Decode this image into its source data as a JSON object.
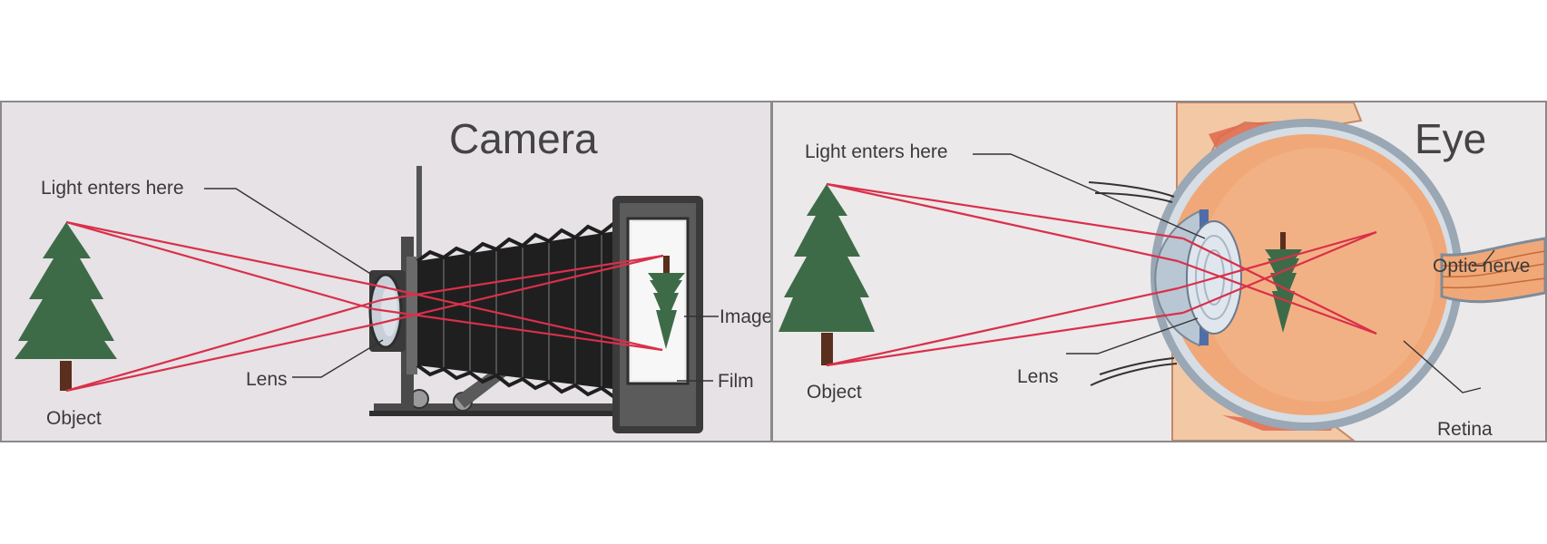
{
  "camera": {
    "title": "Camera",
    "labels": {
      "light_enters": "Light enters here",
      "object": "Object",
      "lens": "Lens",
      "image": "Image",
      "film": "Film"
    }
  },
  "eye": {
    "title": "Eye",
    "labels": {
      "light_enters": "Light enters here",
      "object": "Object",
      "lens": "Lens",
      "optic_nerve": "Optic nerve",
      "retina": "Retina"
    }
  },
  "colors": {
    "light_ray": "#d9304a",
    "tree": "#3e6b47",
    "trunk": "#5a2f1e",
    "bellows": "#1f1f1f",
    "eyeball": "#f0a878"
  }
}
